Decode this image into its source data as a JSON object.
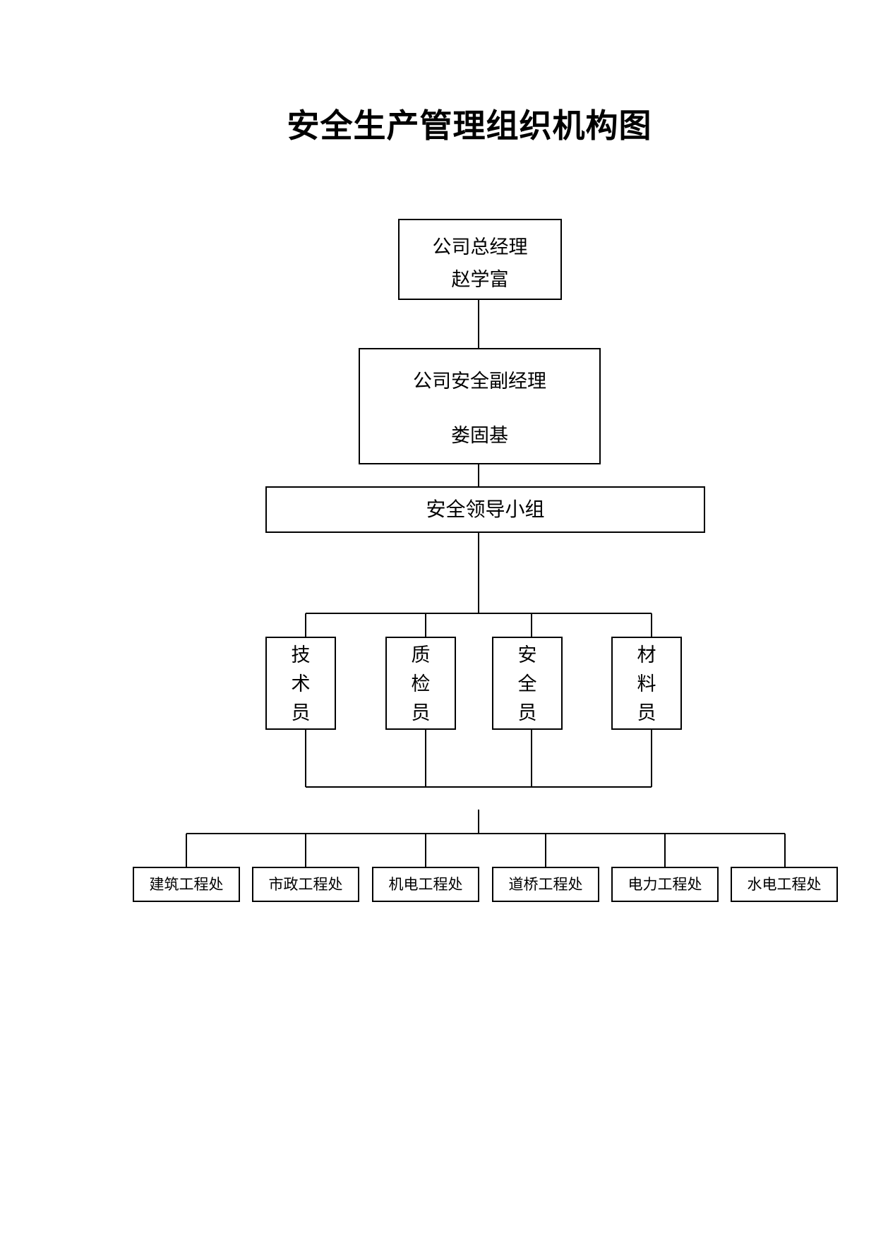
{
  "title": "安全生产管理组织机构图",
  "general_manager": {
    "role": "公司总经理",
    "name": "赵学富"
  },
  "safety_deputy_manager": {
    "role": "公司安全副经理",
    "name": "娄固基"
  },
  "safety_group": "安全领导小组",
  "roles": [
    "技术员",
    "质检员",
    "安全员",
    "材料员"
  ],
  "departments": [
    "建筑工程处",
    "市政工程处",
    "机电工程处",
    "道桥工程处",
    "电力工程处",
    "水电工程处"
  ]
}
